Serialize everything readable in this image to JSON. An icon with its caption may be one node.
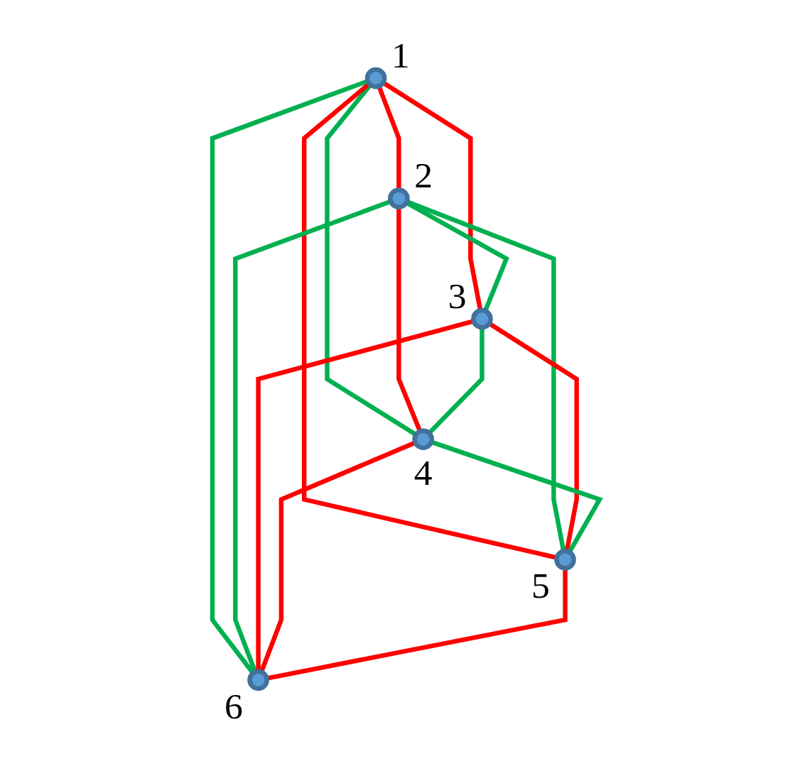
{
  "diagram": {
    "nodes": [
      {
        "text": [],
        "shape": "circle",
        "beside": [
          "1"
        ]
      },
      {
        "text": [],
        "shape": "circle",
        "beside": [
          "2"
        ]
      },
      {
        "text": [],
        "shape": "circle",
        "beside": [
          "3"
        ]
      },
      {
        "text": [],
        "shape": "circle",
        "beside": [
          "4"
        ]
      },
      {
        "text": [],
        "shape": "circle",
        "beside": [
          "5"
        ]
      },
      {
        "text": [],
        "shape": "circle",
        "beside": [
          "6"
        ]
      }
    ],
    "edges": [
      {
        "from": 0,
        "to": 1,
        "arrow": "none",
        "color": "#ff0000"
      },
      {
        "from": 0,
        "to": 2,
        "arrow": "none",
        "color": "#ff0000"
      },
      {
        "from": 0,
        "to": 3,
        "arrow": "none",
        "color": "#00b050"
      },
      {
        "from": 0,
        "to": 4,
        "arrow": "none",
        "color": "#ff0000"
      },
      {
        "from": 0,
        "to": 5,
        "arrow": "none",
        "color": "#00b050"
      },
      {
        "from": 1,
        "to": 2,
        "arrow": "none",
        "color": "#00b050"
      },
      {
        "from": 1,
        "to": 3,
        "arrow": "none",
        "color": "#ff0000"
      },
      {
        "from": 1,
        "to": 4,
        "arrow": "none",
        "color": "#00b050"
      },
      {
        "from": 1,
        "to": 5,
        "arrow": "none",
        "color": "#00b050"
      },
      {
        "from": 2,
        "to": 3,
        "arrow": "none",
        "color": "#00b050"
      },
      {
        "from": 2,
        "to": 4,
        "arrow": "none",
        "color": "#ff0000"
      },
      {
        "from": 2,
        "to": 5,
        "arrow": "none",
        "color": "#ff0000"
      },
      {
        "from": 3,
        "to": 4,
        "arrow": "none",
        "color": "#00b050"
      },
      {
        "from": 3,
        "to": 5,
        "arrow": "none",
        "color": "#ff0000"
      },
      {
        "from": 4,
        "to": 5,
        "arrow": "none",
        "color": "#ff0000"
      }
    ]
  }
}
